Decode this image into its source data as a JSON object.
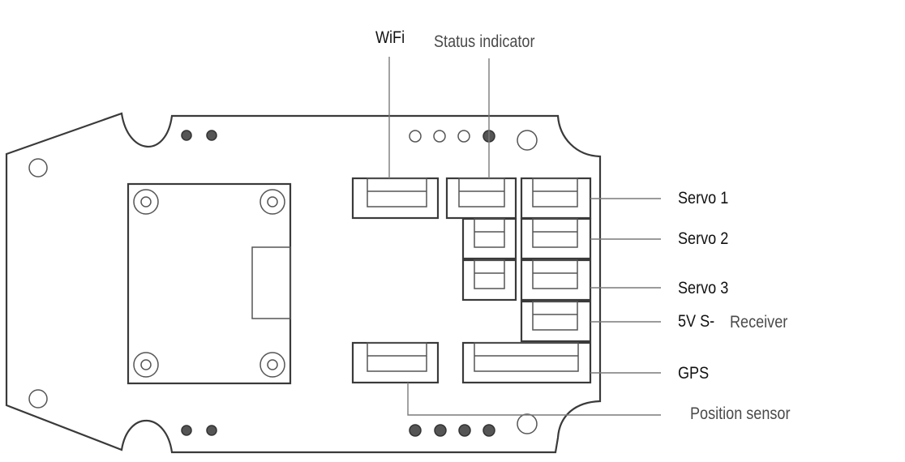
{
  "labels": {
    "wifi": "WiFi",
    "status_indicator": "Status indicator",
    "servo_1": "Servo 1",
    "servo_2": "Servo 2",
    "servo_3": "Servo 3",
    "power": "5V S-",
    "receiver": "Receiver",
    "gps": "GPS",
    "position_sensor": "Position sensor"
  }
}
